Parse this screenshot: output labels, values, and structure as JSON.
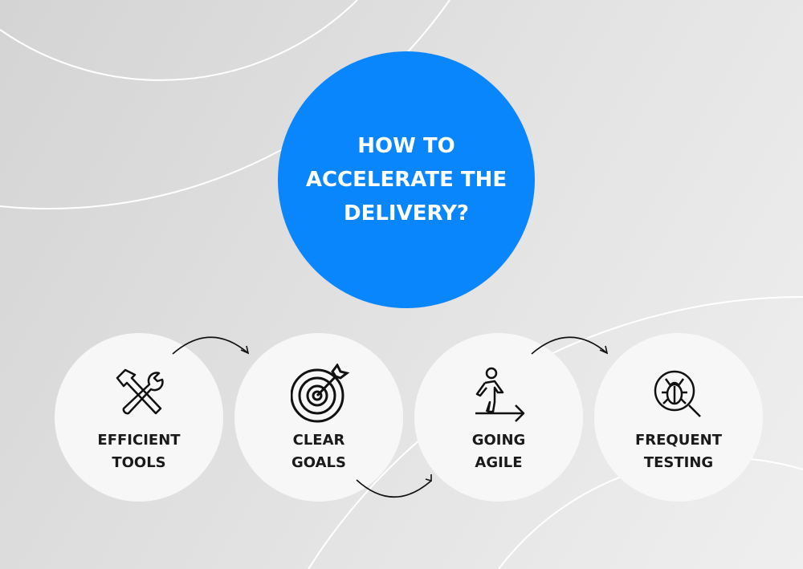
{
  "title": "HOW TO ACCELERATE THE DELIVERY?",
  "colors": {
    "accent": "#0a86fd",
    "step_bg": "#f7f7f7"
  },
  "steps": [
    {
      "line1": "EFFICIENT",
      "line2": "TOOLS",
      "icon": "tools-icon"
    },
    {
      "line1": "CLEAR",
      "line2": "GOALS",
      "icon": "target-icon"
    },
    {
      "line1": "GOING",
      "line2": "AGILE",
      "icon": "walking-person-icon"
    },
    {
      "line1": "FREQUENT",
      "line2": "TESTING",
      "icon": "bug-search-icon"
    }
  ]
}
